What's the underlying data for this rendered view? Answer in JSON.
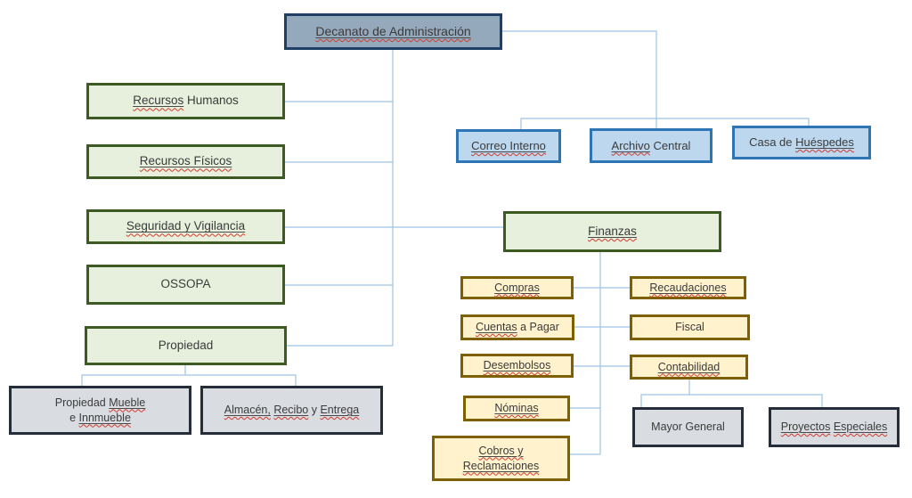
{
  "palette": {
    "canvas-bg": "#FFFFFF",
    "line": "#9DC3E6",
    "text": "#3B3B3B",
    "underline": "#4A4A4A",
    "squiggle": "#D03B30",
    "slate-fill": "#95A9BC",
    "slate-border": "#1F4064",
    "green-fill": "#E6F0DC",
    "green-border": "#3C5A22",
    "blue-fill": "#BDD7EE",
    "blue-border": "#2E75B6",
    "gold-fill": "#FFF2CC",
    "gold-border": "#7F6000",
    "gray-fill": "#D9DCE1",
    "gray-border": "#252E38"
  },
  "nodes": {
    "decanato": {
      "lines": [
        [
          {
            "t": "Decanato de Administración",
            "f": true
          }
        ]
      ]
    },
    "recursos_humanos": {
      "lines": [
        [
          {
            "t": "Recursos",
            "f": true
          },
          {
            "t": "Humanos",
            "f": false
          }
        ]
      ]
    },
    "recursos_fisicos": {
      "lines": [
        [
          {
            "t": "Recursos Físicos",
            "f": true
          }
        ]
      ]
    },
    "seguridad_vigilancia": {
      "lines": [
        [
          {
            "t": "Seguridad y Vigilancia",
            "f": true
          }
        ]
      ]
    },
    "ossopa": {
      "lines": [
        [
          {
            "t": "OSSOPA",
            "f": false
          }
        ]
      ]
    },
    "propiedad": {
      "lines": [
        [
          {
            "t": "Propiedad",
            "f": false
          }
        ]
      ]
    },
    "propiedad_mueble_innmueble": {
      "lines": [
        [
          {
            "t": "Propiedad",
            "f": false
          },
          {
            "t": "Mueble",
            "f": true
          }
        ],
        [
          {
            "t": "e",
            "f": false
          },
          {
            "t": "Innmueble",
            "f": true
          }
        ]
      ]
    },
    "almacen_recibo_entrega": {
      "lines": [
        [
          {
            "t": "Almacén,",
            "f": true
          },
          {
            "t": "Recibo",
            "f": true
          },
          {
            "t": "y",
            "f": false
          },
          {
            "t": "Entrega",
            "f": true
          }
        ]
      ]
    },
    "correo_interno": {
      "lines": [
        [
          {
            "t": "Correo Interno",
            "f": true
          }
        ]
      ]
    },
    "archivo_central": {
      "lines": [
        [
          {
            "t": "Archivo",
            "f": true
          },
          {
            "t": "Central",
            "f": false
          }
        ]
      ]
    },
    "casa_huespedes": {
      "lines": [
        [
          {
            "t": "Casa de",
            "f": false
          },
          {
            "t": "Huéspedes",
            "f": true
          }
        ]
      ]
    },
    "finanzas": {
      "lines": [
        [
          {
            "t": "Finanzas",
            "f": true
          }
        ]
      ]
    },
    "compras": {
      "lines": [
        [
          {
            "t": "Compras",
            "f": true
          }
        ]
      ]
    },
    "cuentas_a_pagar": {
      "lines": [
        [
          {
            "t": "Cuentas",
            "f": true
          },
          {
            "t": "a Pagar",
            "f": false
          }
        ]
      ]
    },
    "desembolsos": {
      "lines": [
        [
          {
            "t": "Desembolsos",
            "f": true
          }
        ]
      ]
    },
    "nominas": {
      "lines": [
        [
          {
            "t": "Nóminas",
            "f": true
          }
        ]
      ]
    },
    "cobros_reclamaciones": {
      "lines": [
        [
          {
            "t": "Cobros y",
            "f": true
          }
        ],
        [
          {
            "t": "Reclamaciones",
            "f": true
          }
        ]
      ]
    },
    "recaudaciones": {
      "lines": [
        [
          {
            "t": "Recaudaciones",
            "f": true
          }
        ]
      ]
    },
    "fiscal": {
      "lines": [
        [
          {
            "t": "Fiscal",
            "f": false
          }
        ]
      ]
    },
    "contabilidad": {
      "lines": [
        [
          {
            "t": "Contabilidad",
            "f": true
          }
        ]
      ]
    },
    "mayor_general": {
      "lines": [
        [
          {
            "t": "Mayor General",
            "f": false
          }
        ]
      ]
    },
    "proyectos_especiales": {
      "lines": [
        [
          {
            "t": "Proyectos",
            "f": true
          },
          {
            "t": "Especiales",
            "f": true
          }
        ]
      ]
    }
  },
  "hierarchy": {
    "decanato": [
      "recursos_humanos",
      "recursos_fisicos",
      "seguridad_vigilancia",
      "ossopa",
      "propiedad",
      "finanzas",
      "correo_interno",
      "archivo_central",
      "casa_huespedes"
    ],
    "propiedad": [
      "propiedad_mueble_innmueble",
      "almacen_recibo_entrega"
    ],
    "finanzas": [
      "compras",
      "cuentas_a_pagar",
      "desembolsos",
      "nominas",
      "cobros_reclamaciones",
      "recaudaciones",
      "fiscal",
      "contabilidad"
    ],
    "contabilidad": [
      "mayor_general",
      "proyectos_especiales"
    ]
  }
}
